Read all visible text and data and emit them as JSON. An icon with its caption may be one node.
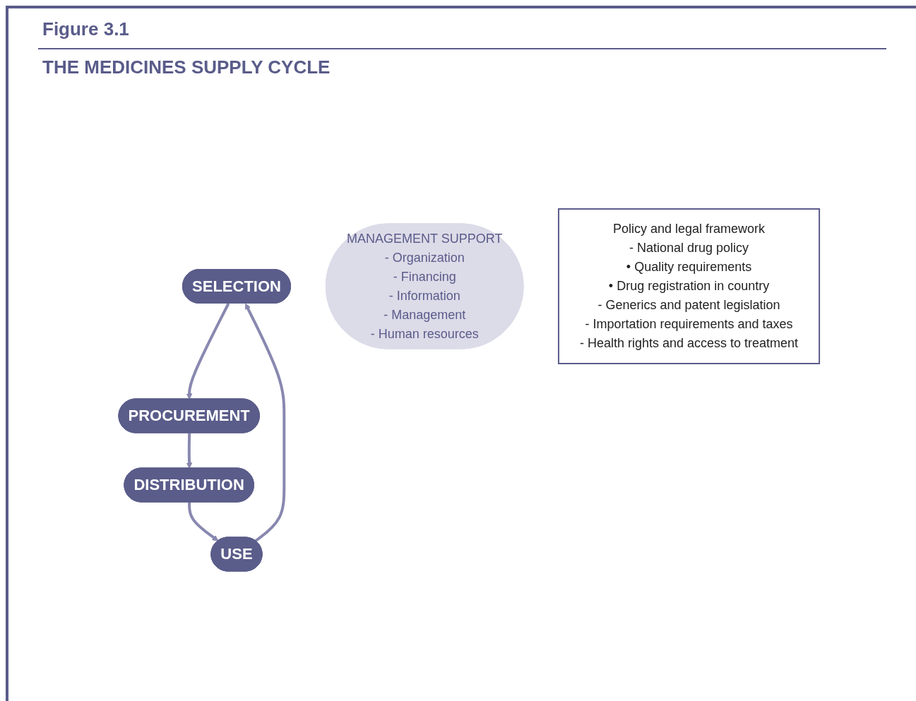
{
  "diagram": {
    "title": "THE MEDICINES SUPPLY CYCLE",
    "nodes": [
      {
        "text": [
          "SELECTION"
        ]
      },
      {
        "text": [
          "PROCUREMENT"
        ]
      },
      {
        "text": [
          "DISTRIBUTION"
        ]
      },
      {
        "text": [
          "USE"
        ]
      },
      {
        "text": [
          "MANAGEMENT SUPPORT",
          "- Organization",
          "- Financing",
          "- Information",
          "- Management",
          "- Human resources"
        ]
      },
      {
        "text": [
          "Policy and legal framework",
          "- National drug policy",
          "• Quality requirements",
          "• Drug registration in country",
          "- Generics and patent legislation",
          "- Importation requirements and taxes",
          "- Health rights and access to treatment"
        ]
      }
    ],
    "edges": [
      {
        "from": 0,
        "to": 1,
        "arrow": "to"
      },
      {
        "from": 1,
        "to": 2,
        "arrow": "to"
      },
      {
        "from": 2,
        "to": 3,
        "arrow": "to"
      },
      {
        "from": 3,
        "to": 0,
        "arrow": "to"
      }
    ],
    "labels": [
      "Figure 3.1"
    ]
  }
}
